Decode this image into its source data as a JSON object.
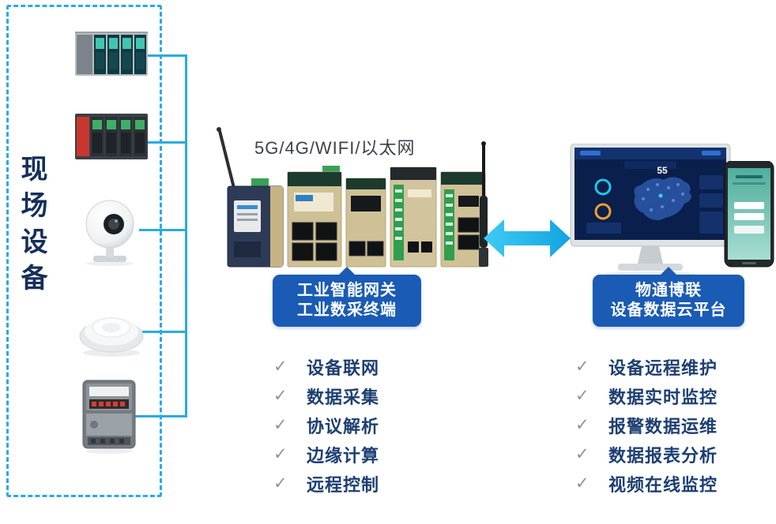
{
  "icons": {
    "check": "✓"
  },
  "left_panel": {
    "label": "现场设备",
    "devices": [
      "plc-rack-a",
      "plc-rack-b",
      "ip-camera",
      "smoke-detector",
      "power-meter"
    ]
  },
  "middle": {
    "connectivity_label": "5G/4G/WIFI/以太网",
    "gateway_box": {
      "line1": "工业智能网关",
      "line2": "工业数采终端"
    },
    "features": [
      "设备联网",
      "数据采集",
      "协议解析",
      "边缘计算",
      "远程控制"
    ]
  },
  "right": {
    "platform_box": {
      "line1": "物通博联",
      "line2": "设备数据云平台"
    },
    "features": [
      "设备远程维护",
      "数据实时监控",
      "报警数据运维",
      "数据报表分析",
      "视频在线监控"
    ],
    "dashboard_value": "55"
  },
  "colors": {
    "accent_cyan": "#29abe2",
    "arrow_cyan": "#2bb7ec",
    "box_blue": "#1a5bb5",
    "list_text": "#1d3f72",
    "check_gray": "#8f9399"
  }
}
